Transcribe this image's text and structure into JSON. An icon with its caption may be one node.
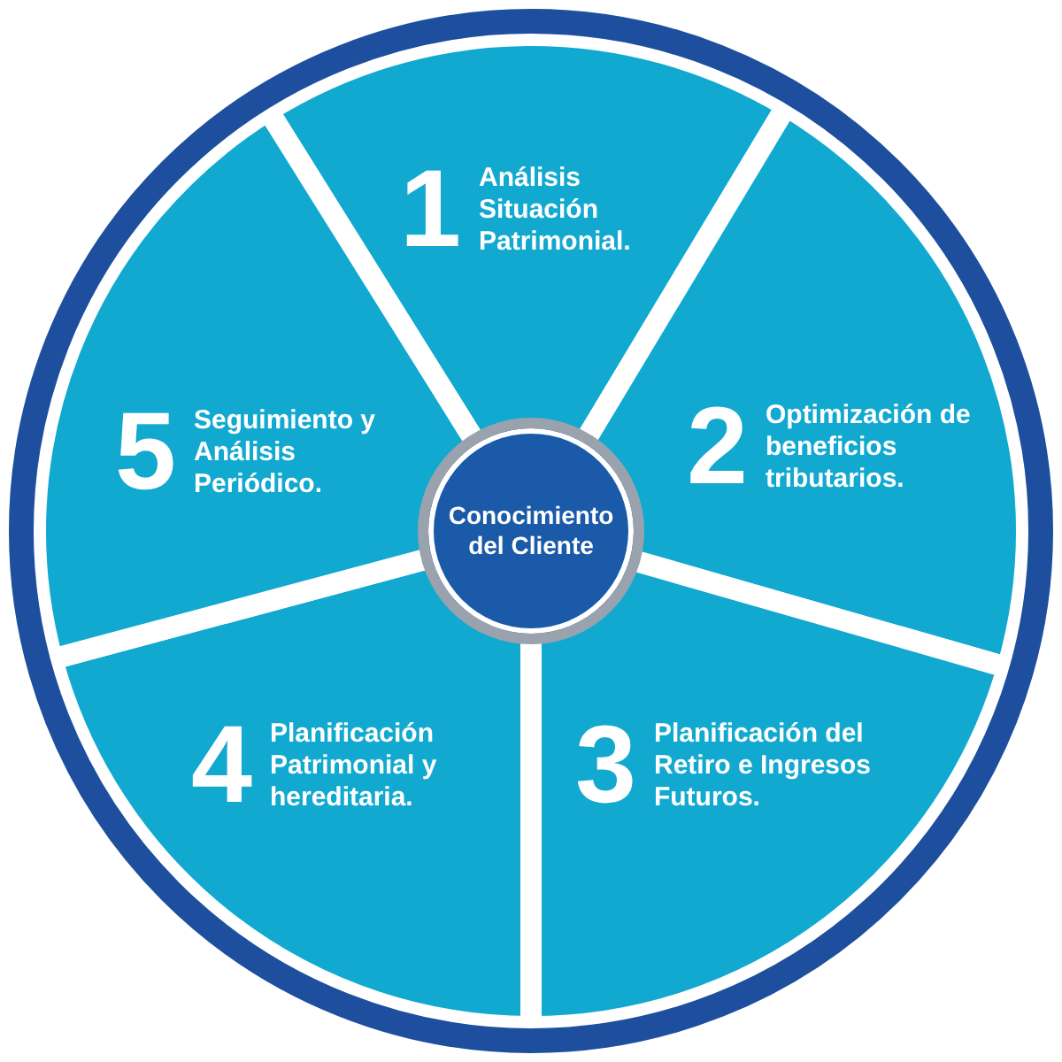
{
  "diagram": {
    "nodes": [
      {
        "text": [
          "1",
          "Análisis Situación Patrimonial."
        ]
      },
      {
        "text": [
          "2",
          "Optimización de beneficios tributarios."
        ]
      },
      {
        "text": [
          "3",
          "Planificación del Retiro e Ingresos Futuros."
        ]
      },
      {
        "text": [
          "4",
          "Planificación Patrimonial y hereditaria."
        ]
      },
      {
        "text": [
          "5",
          "Seguimiento y Análisis Periódico."
        ]
      },
      {
        "text": [
          "Conocimiento del Cliente"
        ]
      }
    ],
    "edges": []
  }
}
